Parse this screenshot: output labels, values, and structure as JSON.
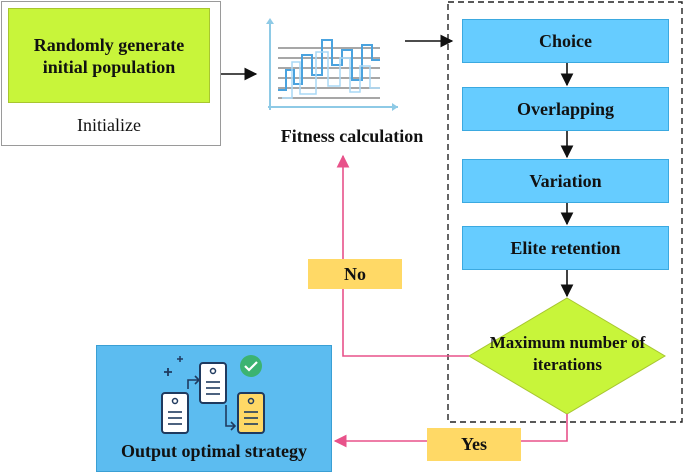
{
  "initialize": {
    "inner_text": "Randomly generate\ninitial population",
    "label": "Initialize"
  },
  "fitness": {
    "label": "Fitness calculation"
  },
  "steps": [
    {
      "label": "Choice"
    },
    {
      "label": "Overlapping"
    },
    {
      "label": "Variation"
    },
    {
      "label": "Elite retention"
    }
  ],
  "decision": {
    "label": "Maximum number of\niterations"
  },
  "branches": {
    "no_label": "No",
    "yes_label": "Yes"
  },
  "output": {
    "label": "Output optimal strategy"
  },
  "icons": {
    "fitness": "fitness-chart-icon",
    "strategy": "server-flow-icon",
    "check": "check-badge-icon"
  },
  "colors": {
    "init_fill": "#c8f53a",
    "step_fill": "#66ccff",
    "decision_fill": "#c8f53a",
    "flag_fill": "#ffd966",
    "output_fill": "#5cbcf0",
    "loop_arrow": "#e8528a",
    "server_yellow": "#ffd966",
    "check_green": "#3cb371"
  }
}
